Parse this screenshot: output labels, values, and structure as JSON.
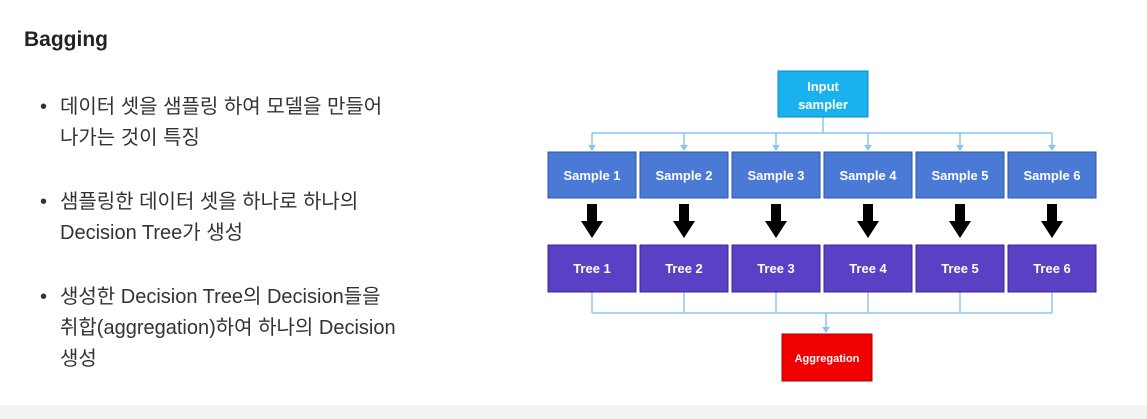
{
  "slide": {
    "title": "Bagging",
    "bullets": [
      {
        "lines": [
          "데이터 셋을 샘플링 하여 모델을 만들어",
          "나가는 것이 특징"
        ]
      },
      {
        "lines": [
          "샘플링한 데이터 셋을 하나로 하나의",
          "Decision Tree가 생성"
        ]
      },
      {
        "lines": [
          "생성한 Decision Tree의 Decision들을",
          "취합(aggregation)하여 하나의 Decision",
          "생성"
        ]
      }
    ]
  },
  "diagram": {
    "input": {
      "lines": [
        "Input",
        "sampler"
      ]
    },
    "samples": [
      "Sample 1",
      "Sample 2",
      "Sample 3",
      "Sample 4",
      "Sample 5",
      "Sample 6"
    ],
    "trees": [
      "Tree 1",
      "Tree 2",
      "Tree 3",
      "Tree 4",
      "Tree 5",
      "Tree 6"
    ],
    "aggregation": "Aggregation",
    "colors": {
      "input": "#1ab2ee",
      "sample": "#4a7ad6",
      "tree": "#5b3fc4",
      "aggregation": "#f00000",
      "connector": "#8cc6f0",
      "arrow": "#000000"
    }
  }
}
